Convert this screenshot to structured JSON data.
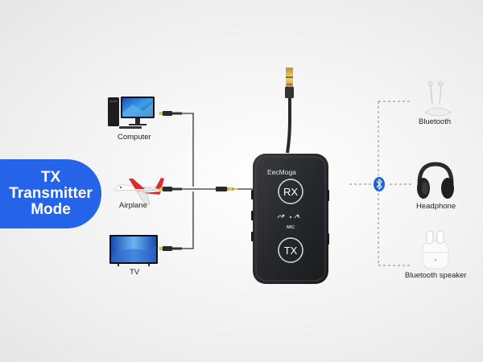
{
  "mode_badge": {
    "line1": "TX",
    "line2": "Transmitter",
    "line3": "Mode",
    "color": "#2563e8"
  },
  "sources": [
    {
      "name": "computer",
      "label": "Computer"
    },
    {
      "name": "airplane",
      "label": "Airplane"
    },
    {
      "name": "tv",
      "label": "TV"
    }
  ],
  "device": {
    "brand": "EecMoga",
    "rx_label": "RX",
    "tx_label": "TX",
    "mic_label": "MIC"
  },
  "receivers": [
    {
      "name": "earbuds",
      "label": "Bluetooth"
    },
    {
      "name": "headphone",
      "label": "Headphone"
    },
    {
      "name": "speaker",
      "label": "Bluetooth speaker"
    }
  ],
  "colors": {
    "bluetooth": "#1e63d6",
    "device_body": "#2b2d30",
    "cable": "#333333"
  },
  "icons": [
    "computer-icon",
    "airplane-icon",
    "tv-icon",
    "bluetooth-icon",
    "earbuds-icon",
    "headphone-icon",
    "speaker-icon"
  ]
}
